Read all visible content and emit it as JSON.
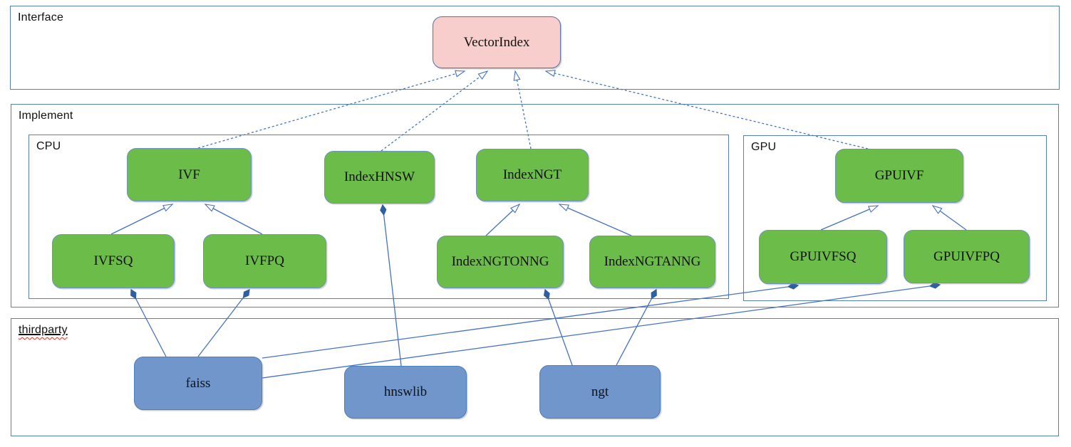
{
  "containers": {
    "interface": {
      "label": "Interface"
    },
    "implement": {
      "label": "Implement"
    },
    "cpu": {
      "label": "CPU"
    },
    "gpu": {
      "label": "GPU"
    },
    "thirdparty": {
      "label": "thirdparty"
    }
  },
  "nodes": {
    "vectorindex": {
      "label": "VectorIndex"
    },
    "ivf": {
      "label": "IVF"
    },
    "indexhnsw": {
      "label": "IndexHNSW"
    },
    "indexngt": {
      "label": "IndexNGT"
    },
    "ivfsq": {
      "label": "IVFSQ"
    },
    "ivfpq": {
      "label": "IVFPQ"
    },
    "indexngtonng": {
      "label": "IndexNGTONNG"
    },
    "indexngtanng": {
      "label": "IndexNGTANNG"
    },
    "gpuivf": {
      "label": "GPUIVF"
    },
    "gpuivfsq": {
      "label": "GPUIVFSQ"
    },
    "gpuivfpq": {
      "label": "GPUIVFPQ"
    },
    "faiss": {
      "label": "faiss"
    },
    "hnswlib": {
      "label": "hnswlib"
    },
    "ngt": {
      "label": "ngt"
    }
  },
  "edges": [
    {
      "from": "IVF",
      "to": "VectorIndex",
      "type": "realization-dashed-hollow-arrow"
    },
    {
      "from": "IndexHNSW",
      "to": "VectorIndex",
      "type": "realization-dashed-hollow-arrow"
    },
    {
      "from": "IndexNGT",
      "to": "VectorIndex",
      "type": "realization-dashed-hollow-arrow"
    },
    {
      "from": "GPUIVF",
      "to": "VectorIndex",
      "type": "realization-dashed-hollow-arrow"
    },
    {
      "from": "IVFSQ",
      "to": "IVF",
      "type": "generalization-hollow-arrow"
    },
    {
      "from": "IVFPQ",
      "to": "IVF",
      "type": "generalization-hollow-arrow"
    },
    {
      "from": "IndexNGTONNG",
      "to": "IndexNGT",
      "type": "generalization-hollow-arrow"
    },
    {
      "from": "IndexNGTANNG",
      "to": "IndexNGT",
      "type": "generalization-hollow-arrow"
    },
    {
      "from": "GPUIVFSQ",
      "to": "GPUIVF",
      "type": "generalization-hollow-arrow"
    },
    {
      "from": "GPUIVFPQ",
      "to": "GPUIVF",
      "type": "generalization-hollow-arrow"
    },
    {
      "from": "faiss",
      "to": "IVFSQ",
      "type": "composition-filled-diamond"
    },
    {
      "from": "faiss",
      "to": "IVFPQ",
      "type": "composition-filled-diamond"
    },
    {
      "from": "faiss",
      "to": "GPUIVFSQ",
      "type": "composition-filled-diamond"
    },
    {
      "from": "faiss",
      "to": "GPUIVFPQ",
      "type": "composition-filled-diamond"
    },
    {
      "from": "hnswlib",
      "to": "IndexHNSW",
      "type": "composition-filled-diamond"
    },
    {
      "from": "ngt",
      "to": "IndexNGTONNG",
      "type": "composition-filled-diamond"
    },
    {
      "from": "ngt",
      "to": "IndexNGTANNG",
      "type": "composition-filled-diamond"
    }
  ],
  "colors": {
    "interface_node_fill": "#f8cecc",
    "implement_node_fill": "#6cbc4a",
    "thirdparty_node_fill": "#7096cc",
    "edge_stroke": "#4472c4",
    "diamond_fill": "#2e5fa3",
    "container_border": "#5580bd",
    "spellcheck_underline": "#d93025"
  }
}
